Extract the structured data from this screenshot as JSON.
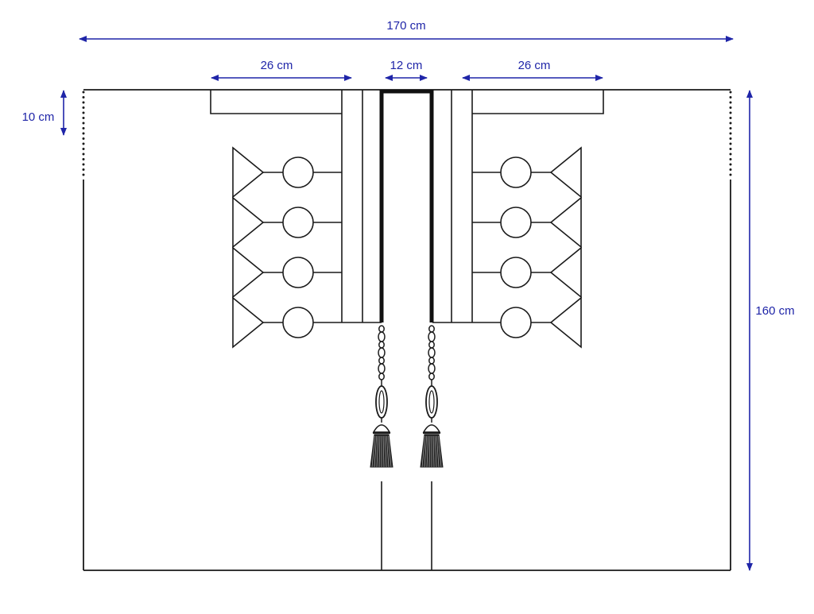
{
  "colors": {
    "dimension": "#1f25a8",
    "outline": "#1a1a1a",
    "background": "#ffffff"
  },
  "dimensions": {
    "total_width": "170 cm",
    "total_height": "160 cm",
    "top_band": "10 cm",
    "left_panel": "26 cm",
    "center_panel": "12 cm",
    "right_panel": "26 cm"
  },
  "decorations": {
    "tassel_count": 2,
    "circle_rows": 4,
    "side_count": 2
  }
}
